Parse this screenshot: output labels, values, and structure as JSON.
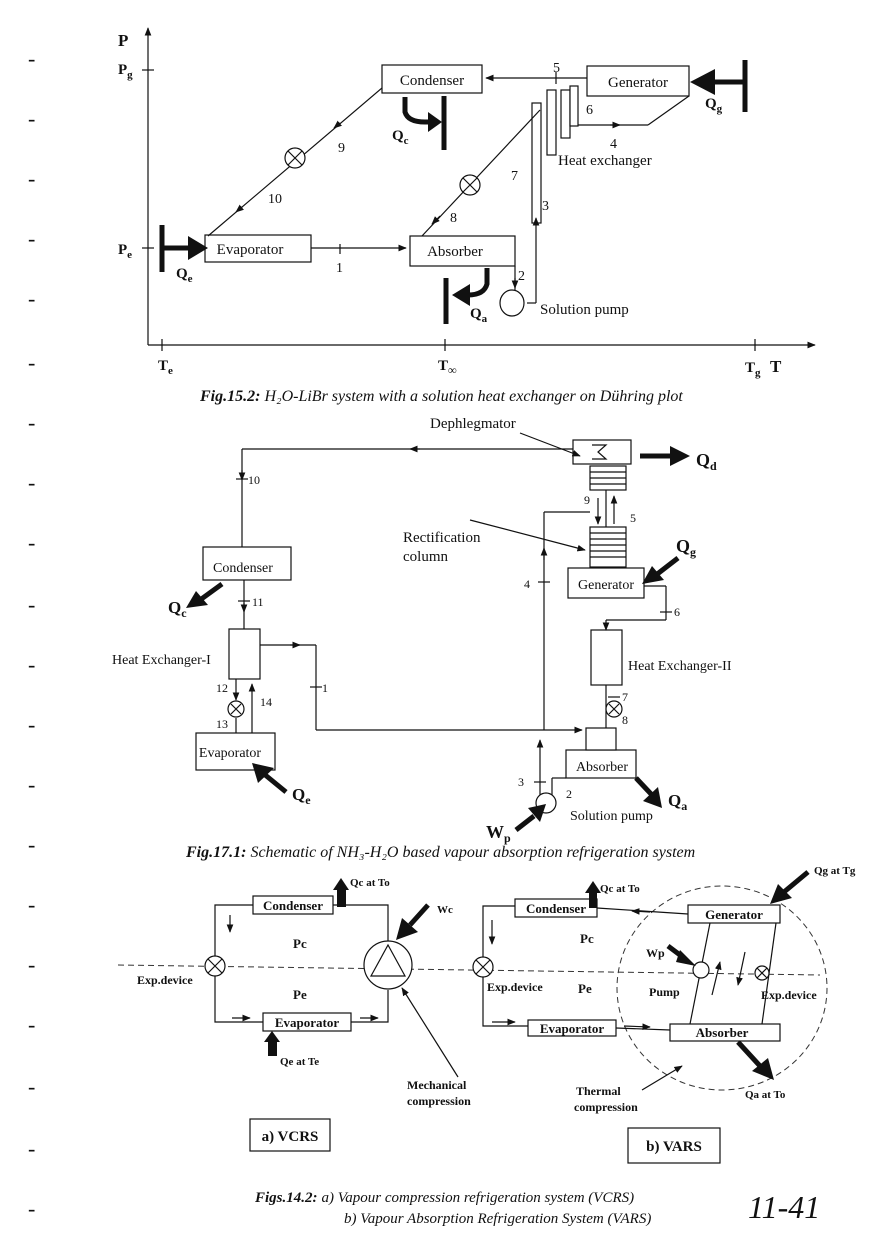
{
  "margin_marks": [
    "-",
    "-",
    "-",
    "-",
    "-",
    "-",
    "-",
    "-",
    "-",
    "-",
    "-",
    "-",
    "-",
    "-",
    "-",
    "-",
    "-",
    "-",
    "-",
    "-",
    "-"
  ],
  "fig1": {
    "axis_p": "P",
    "axis_t": "T",
    "pg": "P",
    "pg_sub": "g",
    "pe": "P",
    "pe_sub": "e",
    "te": "T",
    "te_sub": "e",
    "tinf": "T",
    "tinf_sub": "∞",
    "tg": "T",
    "tg_sub": "g",
    "condenser": "Condenser",
    "generator": "Generator",
    "evaporator": "Evaporator",
    "absorber": "Absorber",
    "heat_exchanger": "Heat exchanger",
    "solution_pump": "Solution pump",
    "qc": "Q",
    "qc_sub": "c",
    "qg": "Q",
    "qg_sub": "g",
    "qe": "Q",
    "qe_sub": "e",
    "qa": "Q",
    "qa_sub": "a",
    "n1": "1",
    "n2": "2",
    "n3": "3",
    "n4": "4",
    "n5": "5",
    "n6": "6",
    "n7": "7",
    "n8": "8",
    "n9": "9",
    "n10": "10",
    "caption_lead": "Fig.15.2:",
    "caption_text": "H₂O-LiBr system with a solution heat exchanger on Dühring plot"
  },
  "fig2": {
    "dephlegmator": "Dephlegmator",
    "rectification": "Rectification",
    "column": "column",
    "generator": "Generator",
    "condenser": "Condenser",
    "hx1": "Heat Exchanger-I",
    "hx2": "Heat Exchanger-II",
    "evaporator": "Evaporator",
    "absorber": "Absorber",
    "solution_pump": "Solution pump",
    "qd": "Q",
    "qd_sub": "d",
    "qg": "Q",
    "qg_sub": "g",
    "qc": "Q",
    "qc_sub": "c",
    "qe": "Q",
    "qe_sub": "e",
    "qa": "Q",
    "qa_sub": "a",
    "wp": "W",
    "wp_sub": "p",
    "n1": "1",
    "n2": "2",
    "n3": "3",
    "n4": "4",
    "n5": "5",
    "n6": "6",
    "n7": "7",
    "n8": "8",
    "n9": "9",
    "n10": "10",
    "n11": "11",
    "n12": "12",
    "n13": "13",
    "n14": "14",
    "caption_lead": "Fig.17.1:",
    "caption_text": "Schematic of NH₃-H₂O based vapour absorption refrigeration system"
  },
  "fig3": {
    "a_condenser": "Condenser",
    "a_evaporator": "Evaporator",
    "a_qc": "Qc at To",
    "a_qe": "Qe at Te",
    "a_wc": "Wc",
    "a_pc": "Pc",
    "a_pe": "Pe",
    "a_expdev": "Exp.device",
    "a_mech1": "Mechanical",
    "a_mech2": "compression",
    "a_label": "a) VCRS",
    "b_condenser": "Condenser",
    "b_generator": "Generator",
    "b_evaporator": "Evaporator",
    "b_absorber": "Absorber",
    "b_qc": "Qc at To",
    "b_qg": "Qg at Tg",
    "b_qa": "Qa at To",
    "b_wp": "Wp",
    "b_pump": "Pump",
    "b_pc": "Pc",
    "b_pe": "Pe",
    "b_expdev1": "Exp.device",
    "b_expdev2": "Exp.device",
    "b_th1": "Thermal",
    "b_th2": "compression",
    "b_label": "b) VARS",
    "caption_lead": "Figs.14.2:",
    "caption_a": "a) Vapour compression refrigeration system (VCRS)",
    "caption_b": "b) Vapour Absorption Refrigeration System (VARS)",
    "page_no": "11-41"
  }
}
